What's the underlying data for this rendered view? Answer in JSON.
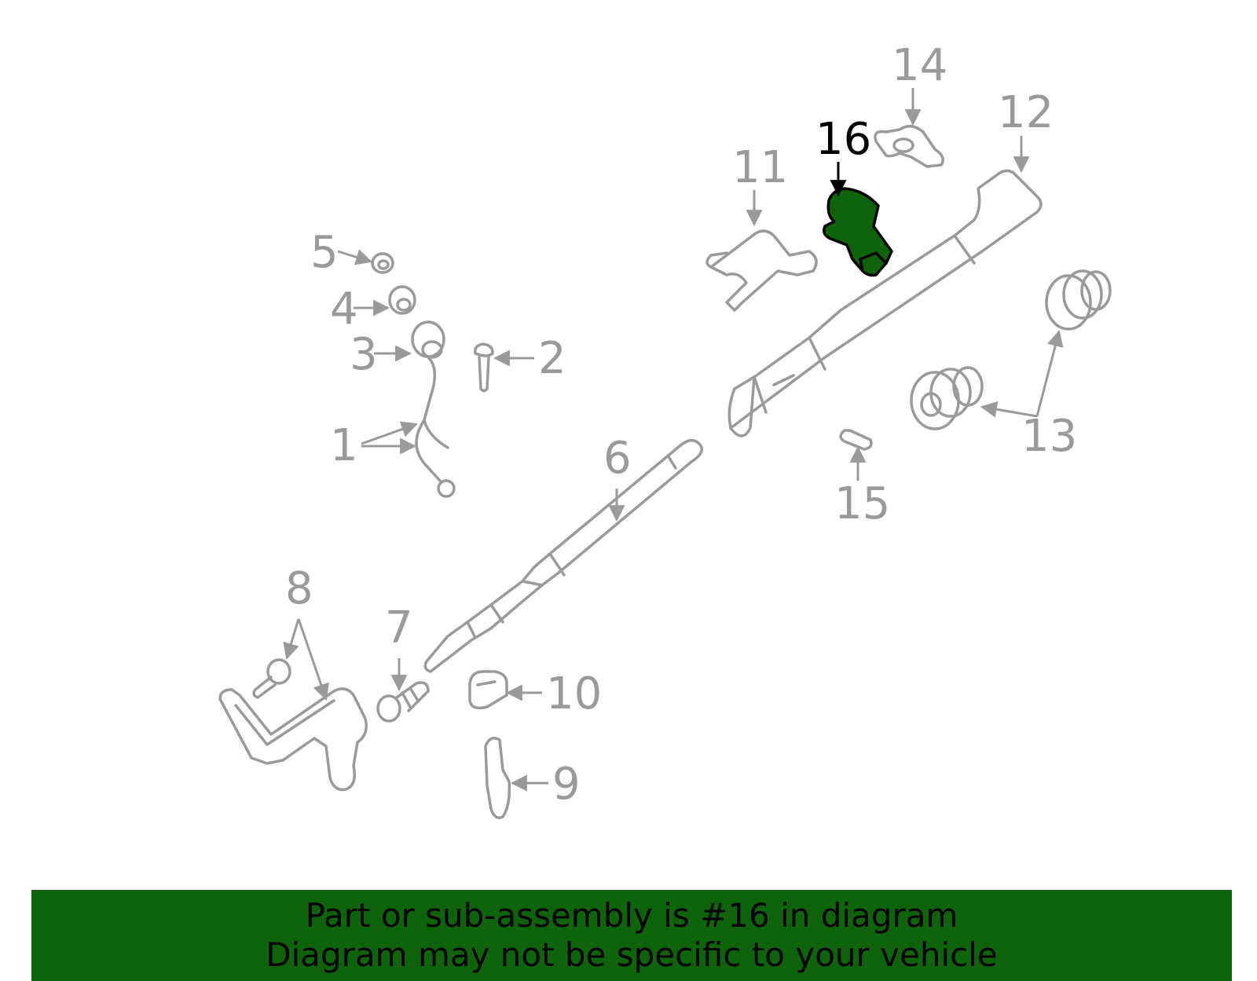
{
  "callouts": {
    "n1": "1",
    "n2": "2",
    "n3": "3",
    "n4": "4",
    "n5": "5",
    "n6": "6",
    "n7": "7",
    "n8": "8",
    "n9": "9",
    "n10": "10",
    "n11": "11",
    "n12": "12",
    "n13": "13",
    "n14": "14",
    "n15": "15",
    "n16": "16"
  },
  "highlighted_part": "16",
  "colors": {
    "highlight": "#0f640b",
    "line": "#9a9a9a",
    "text_dark": "#000000"
  },
  "banner": {
    "line1": "Part or sub-assembly is #16 in diagram",
    "line2": "Diagram may not be specific to your vehicle"
  }
}
